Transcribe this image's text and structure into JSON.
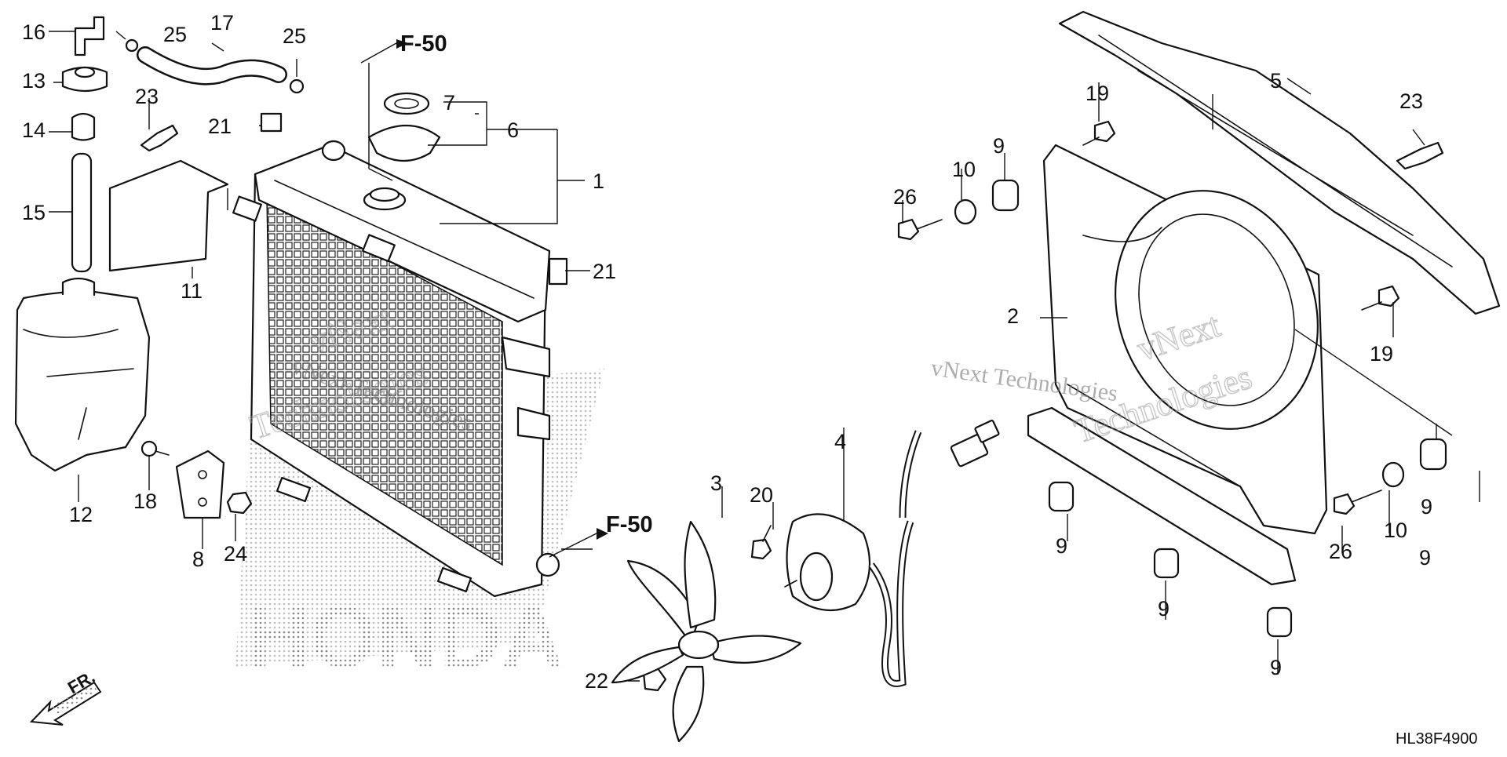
{
  "diagram": {
    "code": "HL38F4900",
    "front_label": "FR.",
    "ref_labels": [
      "F-50",
      "F-50"
    ],
    "brand_mark": "HONDA",
    "watermark_line1": "vNext Technologies",
    "watermark_outline_a": "vNext",
    "watermark_outline_b": "Technologies",
    "callouts": [
      "1",
      "2",
      "3",
      "4",
      "5",
      "6",
      "7",
      "8",
      "9",
      "9",
      "9",
      "9",
      "9",
      "9",
      "10",
      "10",
      "11",
      "12",
      "13",
      "14",
      "15",
      "16",
      "17",
      "18",
      "19",
      "19",
      "20",
      "21",
      "21",
      "22",
      "23",
      "23",
      "24",
      "25",
      "25",
      "26",
      "26"
    ]
  }
}
